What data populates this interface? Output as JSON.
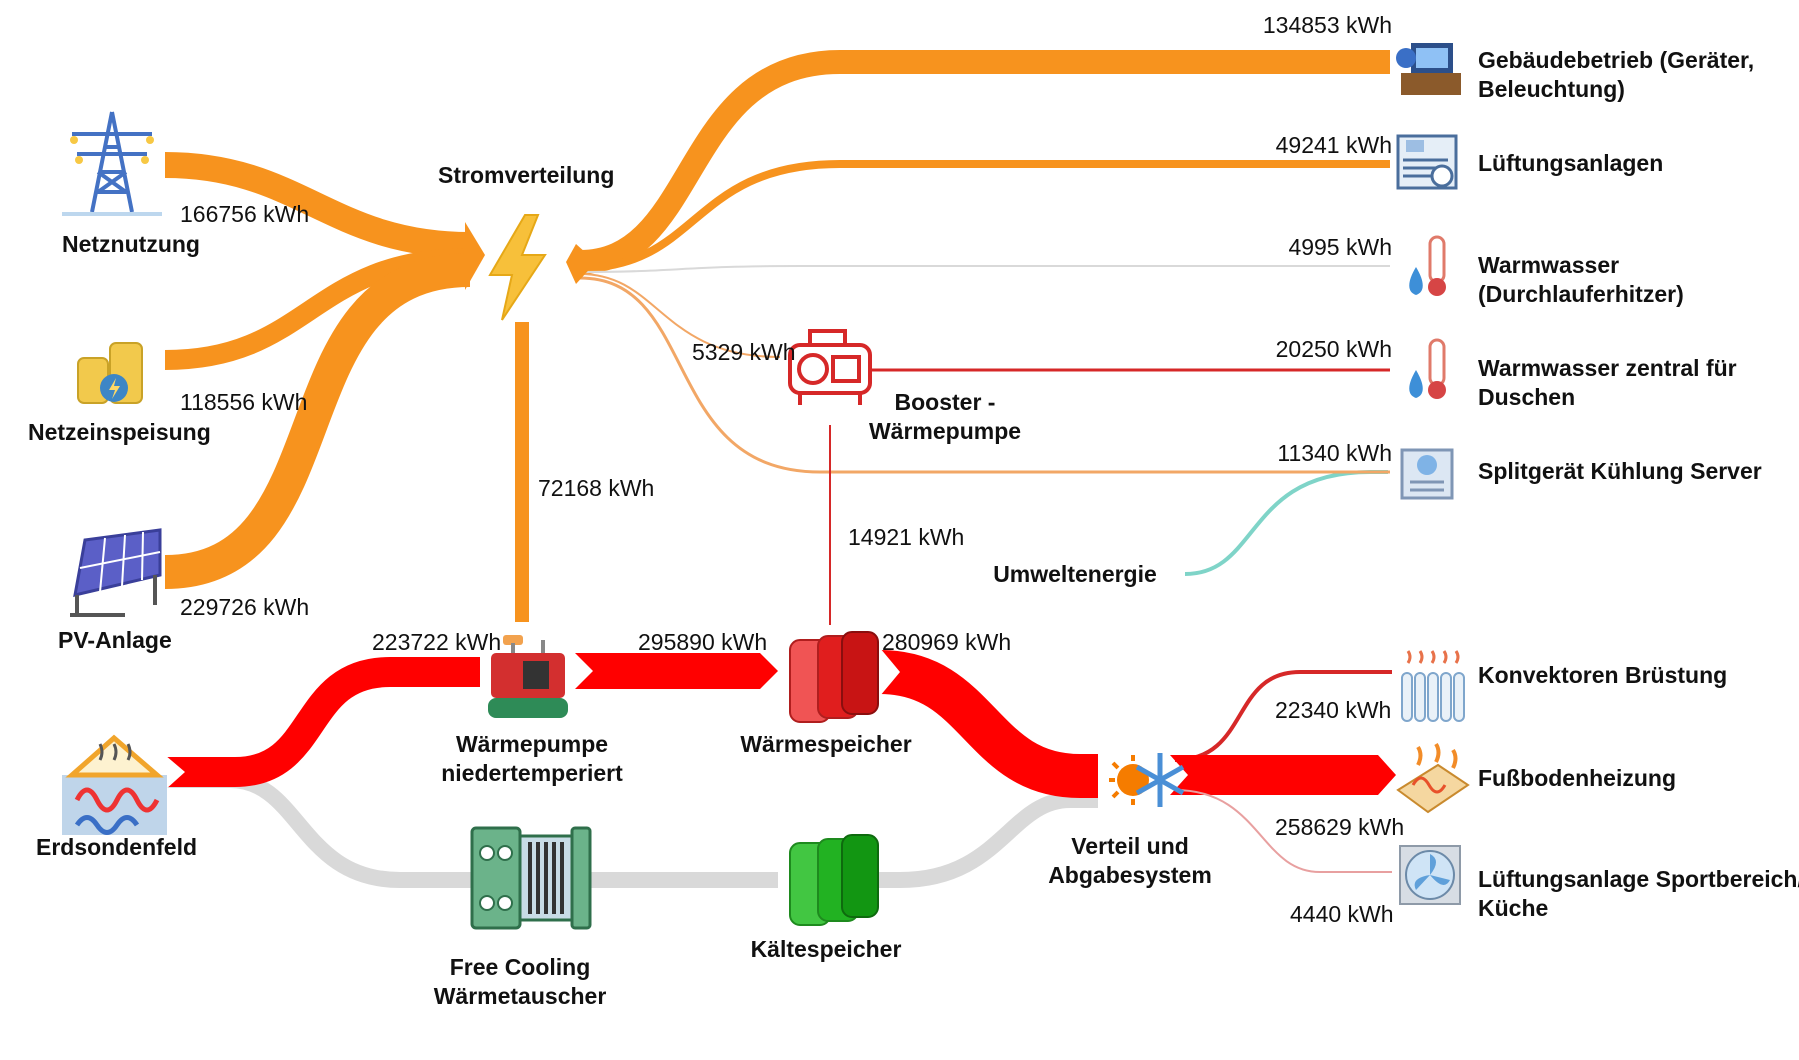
{
  "nodes": {
    "netznutzung": "Netznutzung",
    "netzeinspeisung": "Netzeinspeisung",
    "pv_anlage": "PV-Anlage",
    "erdsondenfeld": "Erdsondenfeld",
    "stromverteilung": "Stromverteilung",
    "waermepumpe_1": "Wärmepumpe",
    "waermepumpe_2": "niedertemperiert",
    "free_cooling_1": "Free Cooling",
    "free_cooling_2": "Wärmetauscher",
    "waermespeicher": "Wärmespeicher",
    "kaeltespeicher": "Kältespeicher",
    "booster_1": "Booster -",
    "booster_2": "Wärmepumpe",
    "umweltenergie": "Umweltenergie",
    "verteil_1": "Verteil und",
    "verteil_2": "Abgabesystem",
    "gebaeude_1": "Gebäudebetrieb (Geräter,",
    "gebaeude_2": "Beleuchtung)",
    "lueftung": "Lüftungsanlagen",
    "warmwasser_1": "Warmwasser",
    "warmwasser_2": "(Durchlauferhitzer)",
    "ww_zentral_1": "Warmwasser zentral für",
    "ww_zentral_2": "Duschen",
    "splitgeraet": "Splitgerät Kühlung Server",
    "konvektoren": "Konvektoren Brüstung",
    "fussboden": "Fußbodenheizung",
    "sport_1": "Lüftungsanlage Sportbereich/",
    "sport_2": "Küche"
  },
  "flows": {
    "netznutzung": "166756 kWh",
    "netzeinspeisung": "118556 kWh",
    "pv": "229726 kWh",
    "wp_strom": "72168 kWh",
    "erdsonde_wp": "223722 kWh",
    "wp_speicher": "295890 kWh",
    "speicher_verteil": "280969 kWh",
    "booster_in": "5329 kWh",
    "booster_speicher": "14921 kWh",
    "gebaeude": "134853 kWh",
    "lueftung": "49241 kWh",
    "warmwasser": "4995 kWh",
    "ww_zentral": "20250 kWh",
    "splitgeraet": "11340 kWh",
    "konvektoren": "22340 kWh",
    "fussboden": "258629 kWh",
    "sport": "4440 kWh"
  },
  "colors": {
    "electricity": "#F7931E",
    "heat": "#FF0000",
    "booster": "#D62828",
    "cooling": "#D9D9D9",
    "environment": "#5BC8C0"
  },
  "icons": {
    "netznutzung": "power-pylon-icon",
    "netzeinspeisung": "coins-icon",
    "pv": "solar-panel-icon",
    "erdsonde": "geothermal-house-icon",
    "strom": "lightning-bolt-icon",
    "waermepumpe": "heat-pump-icon",
    "free_cooling": "plate-heat-exchanger-icon",
    "waermespeicher": "red-tank-icon",
    "kaeltespeicher": "green-tank-icon",
    "booster": "compressor-icon",
    "verteil": "sun-snowflake-icon",
    "gebaeude": "office-desk-icon",
    "lueftung": "ventilation-unit-icon",
    "warmwasser": "thermometer-drop-icon",
    "splitgeraet": "ac-unit-icon",
    "konvektoren": "radiator-icon",
    "fussboden": "floor-heating-icon",
    "sport": "fan-icon"
  }
}
